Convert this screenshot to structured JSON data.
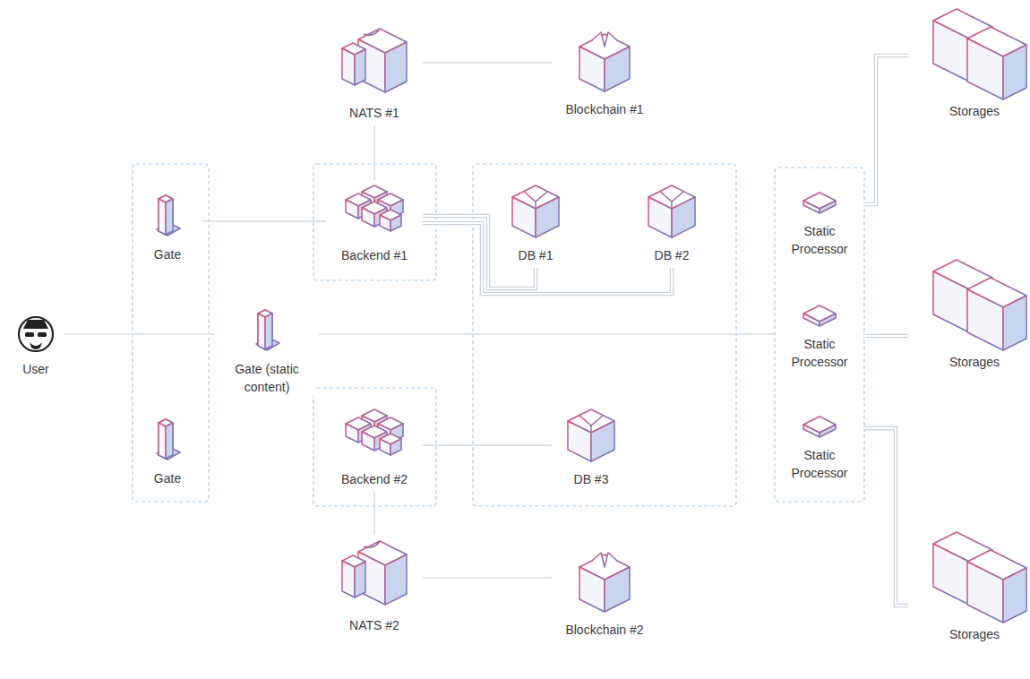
{
  "diagram": {
    "nodes": [
      {
        "text": [
          "NATS #1"
        ]
      },
      {
        "text": [
          "Blockchain #1"
        ]
      },
      {
        "text": [
          "Storages"
        ]
      },
      {
        "text": [
          "Gate"
        ]
      },
      {
        "text": [
          "Backend #1"
        ]
      },
      {
        "text": [
          "DB #1"
        ]
      },
      {
        "text": [
          "DB #2"
        ]
      },
      {
        "text": [
          "Static Processor"
        ]
      },
      {
        "text": [
          "User"
        ]
      },
      {
        "text": [
          "Gate (static content)"
        ]
      },
      {
        "text": [
          "Static Processor"
        ]
      },
      {
        "text": [
          "Storages"
        ]
      },
      {
        "text": [
          "Gate"
        ]
      },
      {
        "text": [
          "Backend #2"
        ]
      },
      {
        "text": [
          "DB #3"
        ]
      },
      {
        "text": [
          "Static Processor"
        ]
      },
      {
        "text": [
          "Storages"
        ]
      },
      {
        "text": [
          "NATS #2"
        ]
      },
      {
        "text": [
          "Blockchain #2"
        ]
      }
    ],
    "edges": [
      {
        "from": 0,
        "to": 1,
        "arrow": "none"
      },
      {
        "from": 0,
        "to": 4,
        "arrow": "none"
      },
      {
        "from": 3,
        "to": 4,
        "arrow": "none"
      },
      {
        "from": 4,
        "to": 5,
        "arrow": "none"
      },
      {
        "from": 4,
        "to": 6,
        "arrow": "none"
      },
      {
        "from": 13,
        "to": 14,
        "arrow": "none"
      },
      {
        "from": 13,
        "to": 17,
        "arrow": "none"
      },
      {
        "from": 17,
        "to": 18,
        "arrow": "none"
      },
      {
        "from": 8,
        "to": 9,
        "arrow": "none"
      },
      {
        "from": 9,
        "to": 10,
        "arrow": "none"
      },
      {
        "from": 7,
        "to": 2,
        "arrow": "none"
      },
      {
        "from": 10,
        "to": 11,
        "arrow": "none"
      },
      {
        "from": 15,
        "to": 16,
        "arrow": "none"
      }
    ]
  }
}
